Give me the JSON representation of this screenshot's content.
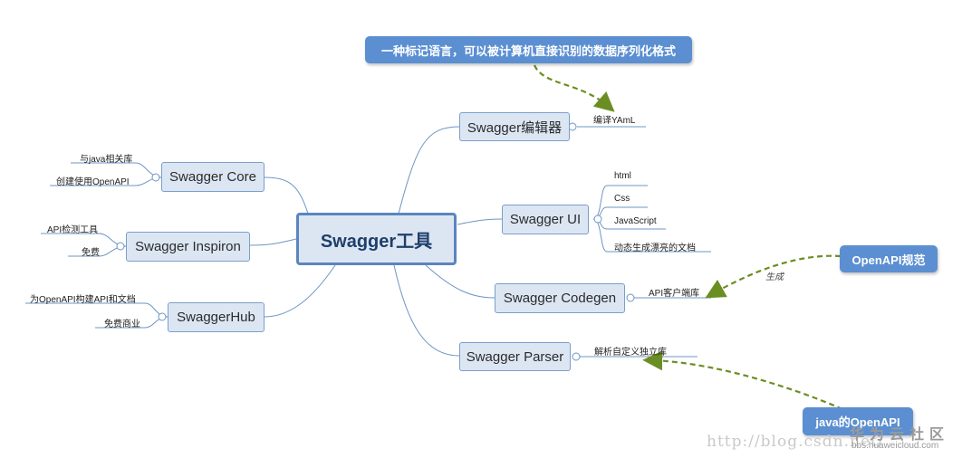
{
  "root": "Swagger工具",
  "branches": {
    "editor": "Swagger编辑器",
    "core": "Swagger Core",
    "inspiron": "Swagger Inspiron",
    "hub": "SwaggerHub",
    "ui": "Swagger UI",
    "codegen": "Swagger Codegen",
    "parser": "Swagger Parser"
  },
  "leaves": {
    "editor_yaml": "编译YAmL",
    "core_java": "与java相关库",
    "core_create": "创建使用OpenAPI",
    "inspiron_test": "API检测工具",
    "inspiron_free": "免费",
    "hub_build": "为OpenAPI构建API和文档",
    "hub_free": "免费商业",
    "ui_html": "html",
    "ui_css": "Css",
    "ui_js": "JavaScript",
    "ui_docs": "动态生成漂亮的文档",
    "codegen_client": "API客户端库",
    "parser_lib": "解析自定义独立库"
  },
  "callouts": {
    "yaml_def": "一种标记语言，可以被计算机直接识别的数据序列化格式",
    "openapi_spec": "OpenAPI规范",
    "java_openapi": "java的OpenAPI"
  },
  "relationship_label": "生成",
  "watermark": {
    "url": "http://blog.csdn.net/",
    "brand": "华为云社区",
    "site": "bbs.huaweicloud.com"
  },
  "colors": {
    "node_fill": "#dce6f3",
    "node_border": "#7a9fcb",
    "branch_line": "#6f95c4",
    "callout_fill": "#5b8fd1",
    "arrow": "#6b8e23"
  }
}
